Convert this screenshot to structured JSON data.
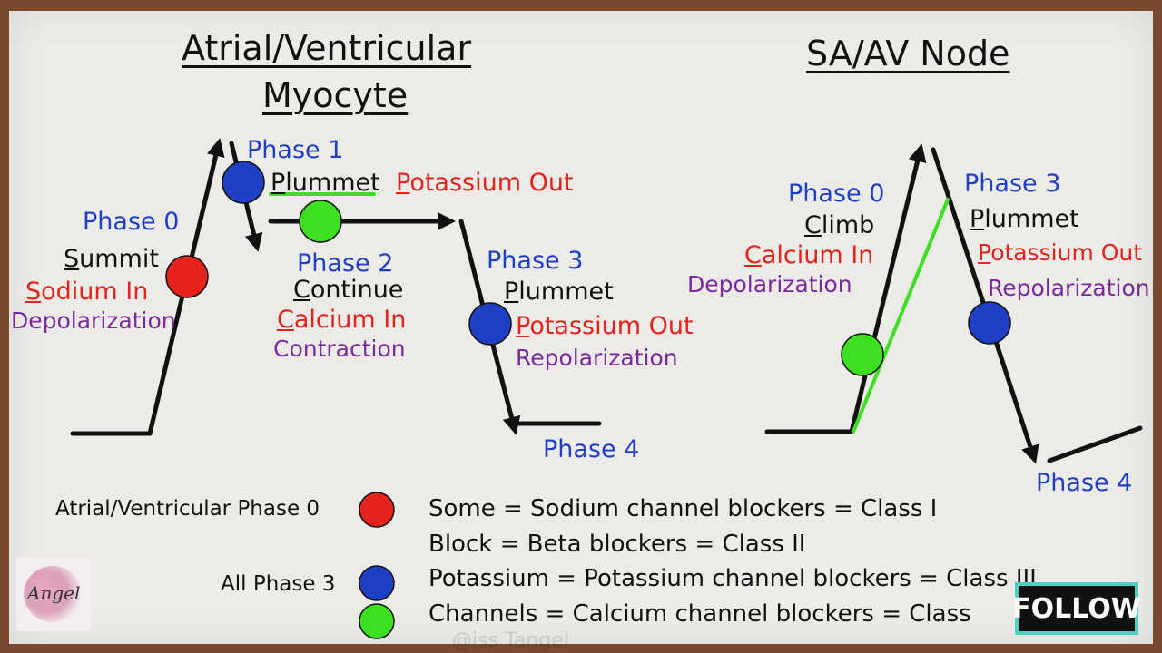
{
  "left_panel": {
    "title_line1": "Atrial/Ventricular",
    "title_line2": "Myocyte",
    "phase0": {
      "label": "Phase 0",
      "mnemonic": "Summit",
      "ion": "Sodium In",
      "effect": "Depolarization"
    },
    "phase1": {
      "label": "Phase 1",
      "mnemonic": "Plummet",
      "ion": "Potassium Out"
    },
    "phase2": {
      "label": "Phase 2",
      "mnemonic": "Continue",
      "ion": "Calcium In",
      "effect": "Contraction"
    },
    "phase3": {
      "label": "Phase 3",
      "mnemonic": "Plummet",
      "ion": "Potassium Out",
      "effect": "Repolarization"
    },
    "phase4": {
      "label": "Phase 4"
    }
  },
  "right_panel": {
    "title": "SA/AV Node",
    "phase0": {
      "label": "Phase 0",
      "mnemonic": "Climb",
      "ion": "Calcium In",
      "effect": "Depolarization"
    },
    "phase3": {
      "label": "Phase 3",
      "mnemonic": "Plummet",
      "ion": "Potassium Out",
      "effect": "Repolarization"
    },
    "phase4": {
      "label": "Phase 4"
    }
  },
  "legend": {
    "key_red": "Atrial/Ventricular Phase 0",
    "key_blue": "All Phase 3",
    "lines": [
      "Some = Sodium channel blockers = Class I",
      "Block = Beta blockers = Class II",
      "Potassium = Potassium channel blockers = Class III",
      "Channels = Calcium channel blockers = Class"
    ]
  },
  "logo_text": "Angel",
  "follow_button": "FOLLOW",
  "watermark": "@iss Tangel",
  "colors": {
    "red_marker": "#e3231c",
    "blue_marker": "#1f3fc4",
    "green_marker": "#3de021",
    "phase_text": "#1f3fc4",
    "ion_text": "#e3231c",
    "effect_text": "#7a2a9c"
  }
}
